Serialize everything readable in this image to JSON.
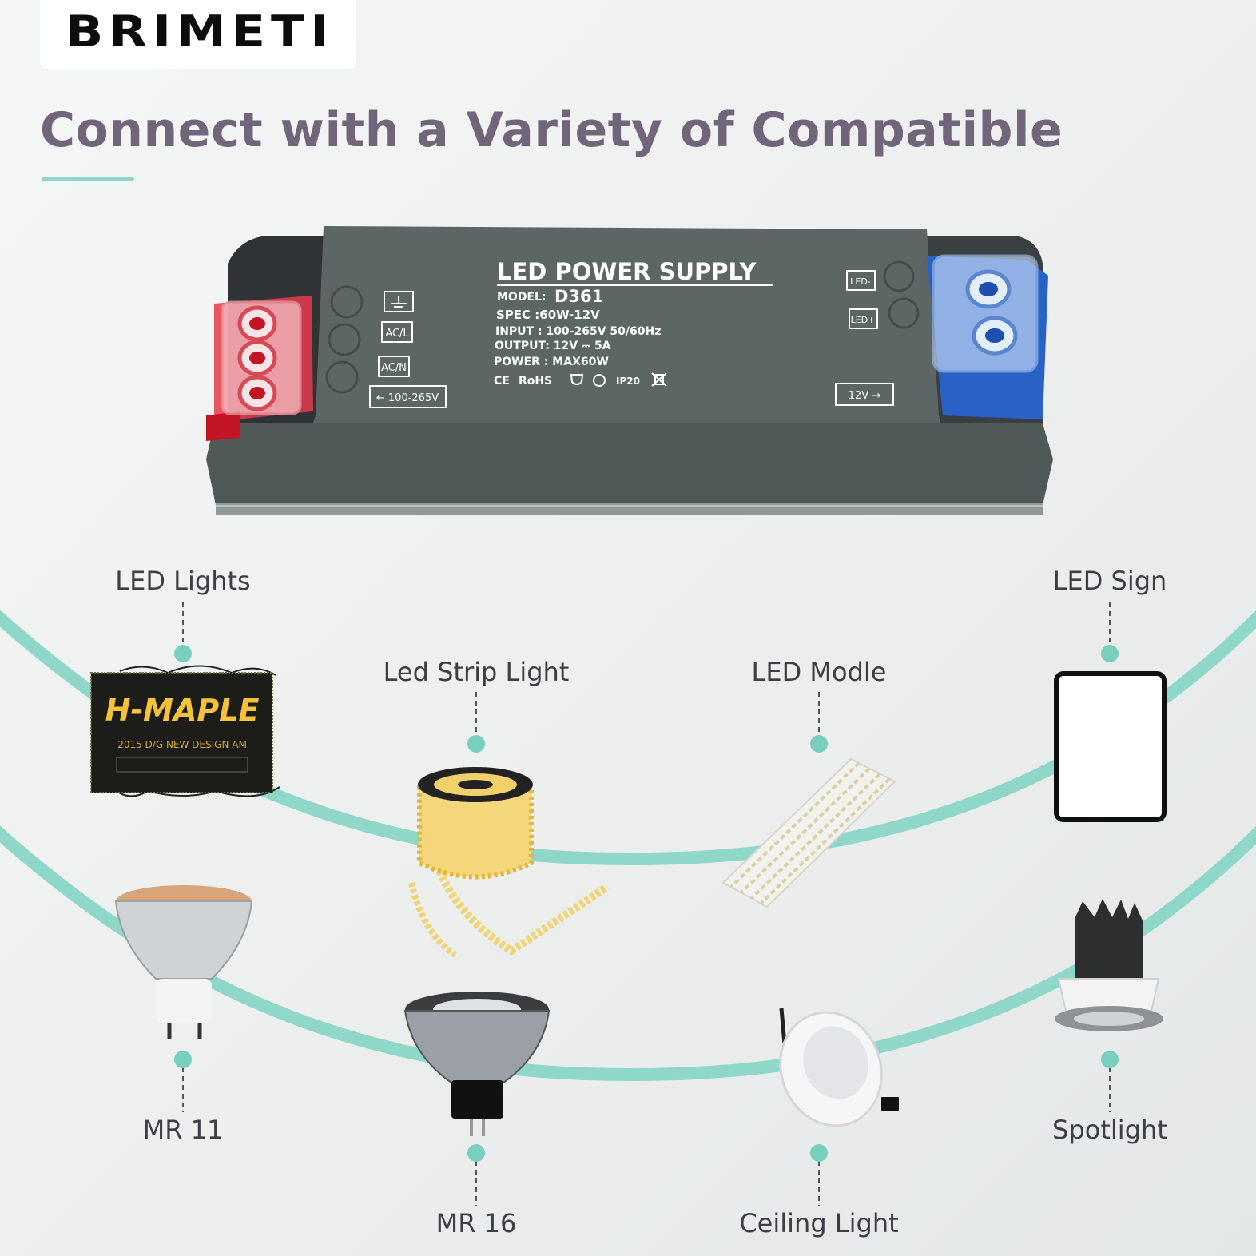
{
  "brand": {
    "logo_text": "BRIMETI"
  },
  "headline": "Connect with a Variety of Compatible",
  "product": {
    "title": "LED POWER SUPPLY",
    "model_label": "MODEL:",
    "model_value": "D361",
    "spec": "SPEC :60W-12V",
    "input": "INPUT : 100-265V 50/60Hz",
    "output": "OUTPUT: 12V ⎓ 5A",
    "power": "POWER : MAX60W",
    "cert_ce": "CE",
    "cert_rohs": "RoHS",
    "cert_ip": "IP20",
    "terminal_ac_l": "AC/L",
    "terminal_ac_n": "AC/N",
    "input_range": "← 100-265V",
    "terminal_led_minus": "LED-",
    "terminal_led_plus": "LED+",
    "output_voltage": "12V →",
    "sign_text_line1": "H-MAPLE",
    "sign_text_line2": "2015 D/G   NEW DESIGN  AM"
  },
  "compatible_devices": {
    "led_lights": "LED Lights",
    "led_strip_light": "Led Strip Light",
    "led_modle": "LED Modle",
    "led_sign": "LED Sign",
    "mr11": "MR 11",
    "mr16": "MR 16",
    "ceiling_light": "Ceiling Light",
    "spotlight": "Spotlight"
  },
  "colors": {
    "accent": "#8fd8c9",
    "headline": "#70657a",
    "psu_body": "#5a6563",
    "input_terminal": "#d91c30",
    "output_terminal": "#2460c9"
  }
}
